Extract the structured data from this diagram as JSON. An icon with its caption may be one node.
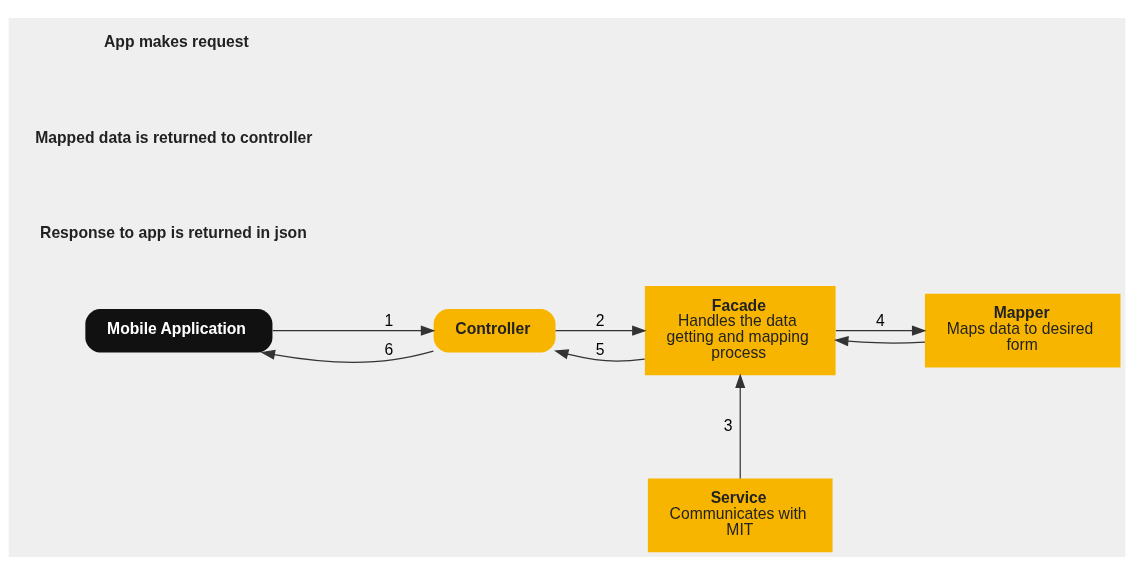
{
  "diagram": {
    "nodes": [
      {
        "text": [
          "Mobile Application"
        ]
      },
      {
        "text": [
          "Controller"
        ]
      },
      {
        "text": [
          "Facade",
          "Handles the data getting and mapping process"
        ]
      },
      {
        "text": [
          "Mapper",
          "Maps data to desired form"
        ]
      },
      {
        "text": [
          "Service",
          "Communicates with MIT"
        ]
      }
    ],
    "edges": [
      {
        "from": 0,
        "to": 1,
        "arrow": "to",
        "label": "1"
      },
      {
        "from": 1,
        "to": 2,
        "arrow": "to",
        "label": "2"
      },
      {
        "from": 4,
        "to": 2,
        "arrow": "to",
        "label": "3"
      },
      {
        "from": 2,
        "to": 3,
        "arrow": "to",
        "label": "4"
      },
      {
        "from": 3,
        "to": 2,
        "arrow": "to"
      },
      {
        "from": 2,
        "to": 1,
        "arrow": "to",
        "label": "5"
      },
      {
        "from": 1,
        "to": 0,
        "arrow": "to",
        "label": "6"
      }
    ],
    "labels": [
      "Response to app is returned in json",
      "Mapped data is returned to controller",
      "App makes request"
    ]
  }
}
